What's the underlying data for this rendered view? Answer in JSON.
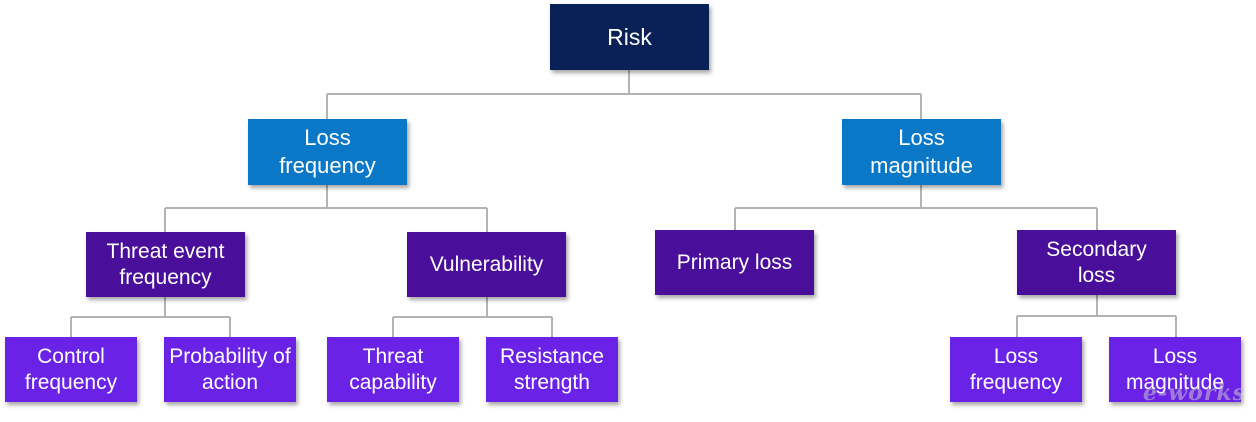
{
  "diagram": {
    "root": {
      "label": "Risk"
    },
    "loss_frequency": {
      "label": "Loss frequency"
    },
    "loss_magnitude": {
      "label": "Loss magnitude"
    },
    "threat_event_frequency": {
      "label": "Threat event frequency"
    },
    "vulnerability": {
      "label": "Vulnerability"
    },
    "primary_loss": {
      "label": "Primary loss"
    },
    "secondary_loss": {
      "label": "Secondary loss"
    },
    "control_frequency": {
      "label": "Control frequency"
    },
    "probability_of_action": {
      "label": "Probability of action"
    },
    "threat_capability": {
      "label": "Threat capability"
    },
    "resistance_strength": {
      "label": "Resistance strength"
    },
    "secondary_loss_frequency": {
      "label": "Loss frequency"
    },
    "secondary_loss_magnitude": {
      "label": "Loss magnitude"
    }
  },
  "watermark": {
    "text": "e-works"
  },
  "colors": {
    "level0": "#0a2158",
    "level1": "#0a78c6",
    "level2": "#4a0f9a",
    "level3": "#6a23e6",
    "connector": "#b3b3b3"
  }
}
